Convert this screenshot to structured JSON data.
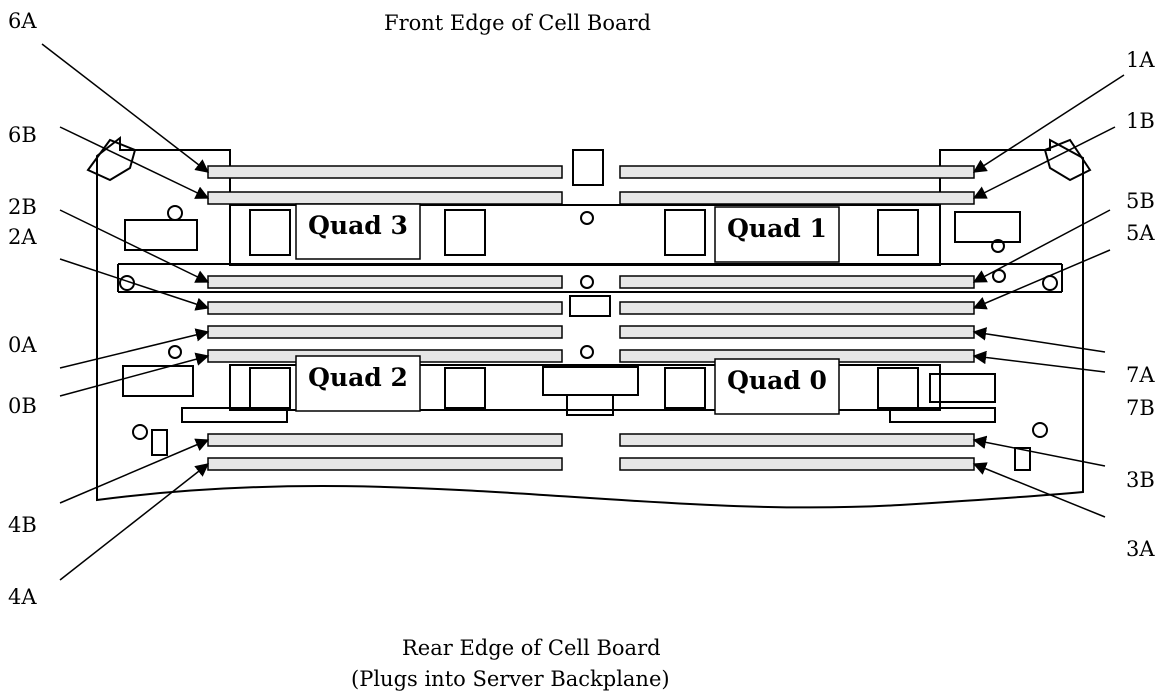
{
  "captions": {
    "front": "Front Edge of Cell Board",
    "rear_line1": "Rear Edge of Cell Board",
    "rear_line2": "(Plugs into Server Backplane)"
  },
  "quads": {
    "q3": "Quad 3",
    "q1": "Quad 1",
    "q2": "Quad 2",
    "q0": "Quad 0"
  },
  "slots": {
    "s6A": "6A",
    "s6B": "6B",
    "s2B": "2B",
    "s2A": "2A",
    "s0A": "0A",
    "s0B": "0B",
    "s4B": "4B",
    "s4A": "4A",
    "s1A": "1A",
    "s1B": "1B",
    "s5B": "5B",
    "s5A": "5A",
    "s7A": "7A",
    "s7B": "7B",
    "s3B": "3B",
    "s3A": "3A"
  }
}
